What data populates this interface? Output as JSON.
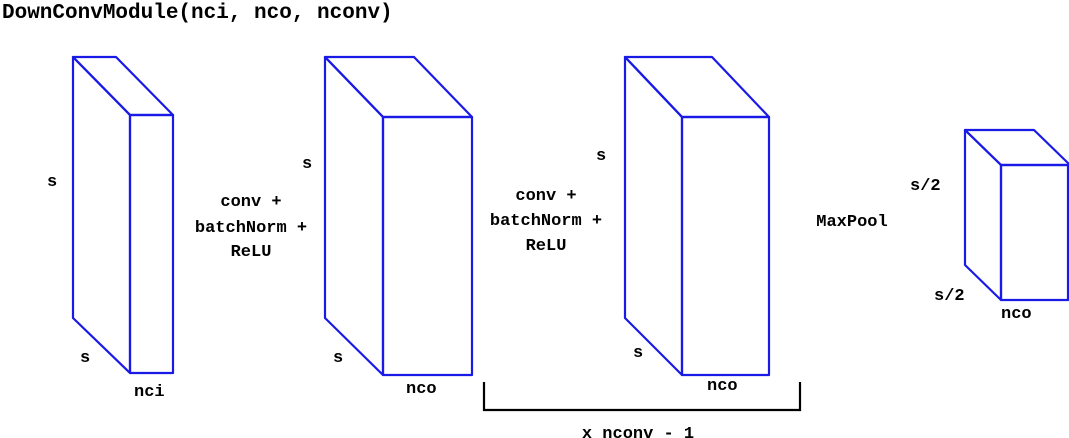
{
  "title": "DownConvModule(nci, nco, nconv)",
  "colors": {
    "box": "#1a1ae6",
    "text": "#000000",
    "bracket": "#000000"
  },
  "blocks": [
    {
      "height_label": "s",
      "depth_label": "s",
      "width_label": "nci"
    },
    {
      "height_label": "s",
      "depth_label": "s",
      "width_label": "nco"
    },
    {
      "height_label": "s",
      "depth_label": "s",
      "width_label": "nco"
    },
    {
      "height_label": "s/2",
      "depth_label": "s/2",
      "width_label": "nco"
    }
  ],
  "operations": [
    {
      "lines": [
        "conv +",
        "batchNorm +",
        "ReLU"
      ]
    },
    {
      "lines": [
        "conv +",
        "batchNorm +",
        "ReLU"
      ]
    },
    {
      "lines": [
        "MaxPool"
      ]
    }
  ],
  "repeat_label": "x nconv - 1"
}
